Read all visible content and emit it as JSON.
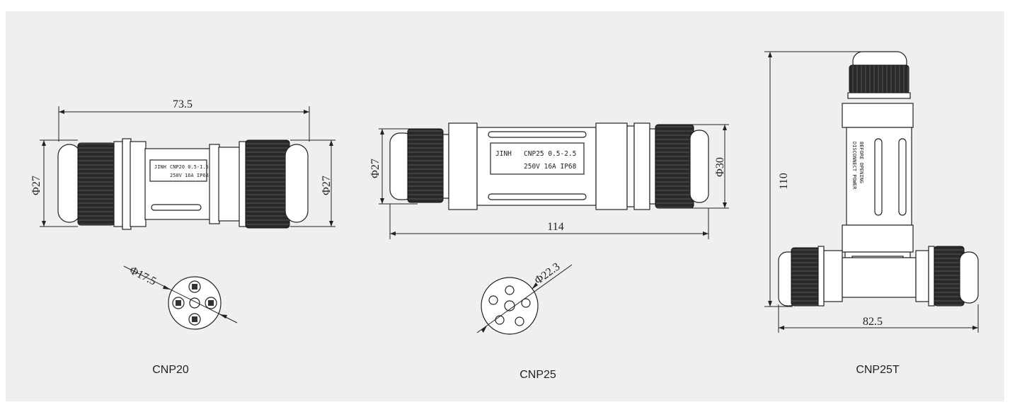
{
  "cnp20": {
    "name": "CNP20",
    "length": "73.5",
    "dia_left": "Φ27",
    "dia_right": "Φ27",
    "face_dia": "Φ17.5",
    "brand": "JINH",
    "plate_line1": "CNP20 0.5-1.5",
    "plate_line2": "250V 16A IP68"
  },
  "cnp25": {
    "name": "CNP25",
    "length": "114",
    "dia_left": "Φ27",
    "dia_right": "Φ30",
    "face_dia": "Φ22.3",
    "brand": "JINH",
    "plate_line1": "CNP25 0.5-2.5",
    "plate_line2": "250V 16A IP68"
  },
  "cnp25t": {
    "name": "CNP25T",
    "height": "110",
    "width": "82.5",
    "label_line1": "DISCONNECT POWER",
    "label_line2": "BEFORE OPENING"
  }
}
